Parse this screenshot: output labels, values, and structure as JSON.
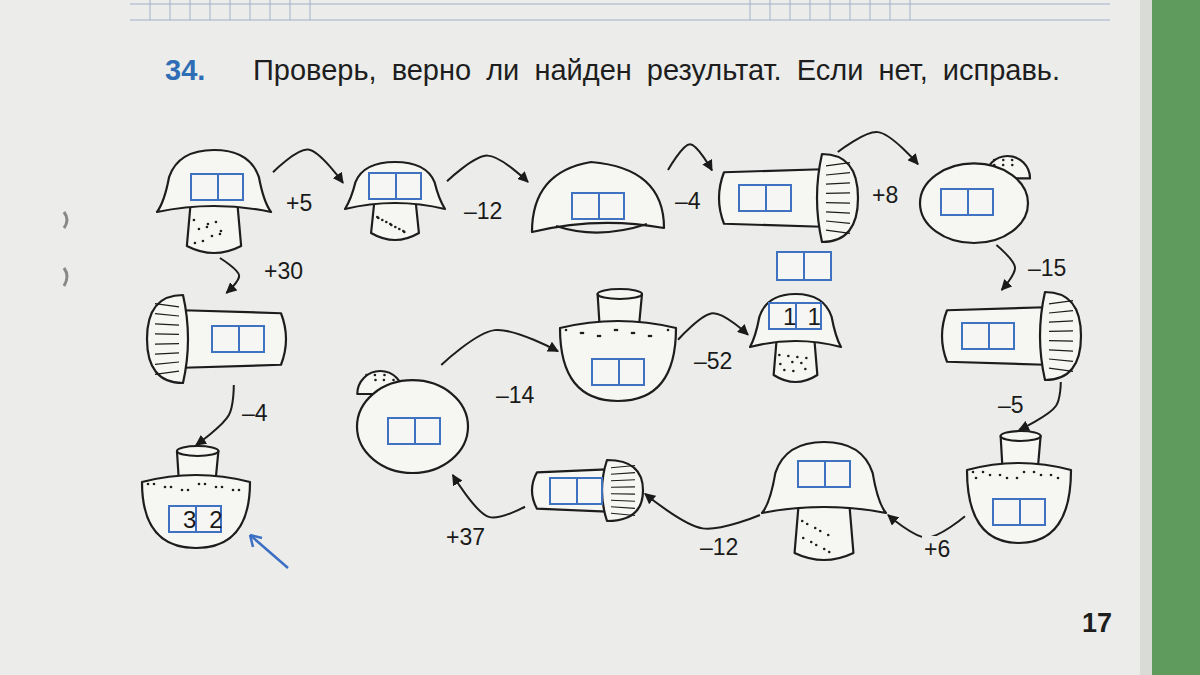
{
  "diagram": {
    "title": "Проверь, верно ли найден результат. Если нет, исправь.",
    "nodes": [
      {
        "text": []
      },
      {
        "text": []
      },
      {
        "text": []
      },
      {
        "text": []
      },
      {
        "text": []
      },
      {
        "text": []
      },
      {
        "text": []
      },
      {
        "text": []
      },
      {
        "text": []
      },
      {
        "text": []
      },
      {
        "text": []
      },
      {
        "text": [
          "11"
        ]
      },
      {
        "text": []
      },
      {
        "text": [
          "32"
        ]
      }
    ],
    "edges": [
      {
        "from": 0,
        "to": 1,
        "arrow": "to",
        "label": "+5"
      },
      {
        "from": 1,
        "to": 2,
        "arrow": "to",
        "label": "–12"
      },
      {
        "from": 2,
        "to": 3,
        "arrow": "to",
        "label": "–4"
      },
      {
        "from": 3,
        "to": 4,
        "arrow": "to",
        "label": "+8"
      },
      {
        "from": 4,
        "to": 5,
        "arrow": "to",
        "label": "–15"
      },
      {
        "from": 5,
        "to": 6,
        "arrow": "to",
        "label": "–5"
      },
      {
        "from": 6,
        "to": 7,
        "arrow": "to",
        "label": "+6"
      },
      {
        "from": 7,
        "to": 8,
        "arrow": "to",
        "label": "–12"
      },
      {
        "from": 8,
        "to": 9,
        "arrow": "to",
        "label": "+37"
      },
      {
        "from": 9,
        "to": 10,
        "arrow": "to",
        "label": "–14"
      },
      {
        "from": 10,
        "to": 11,
        "arrow": "to",
        "label": "–52"
      },
      {
        "from": 0,
        "to": 12,
        "arrow": "to",
        "label": "+30"
      },
      {
        "from": 12,
        "to": 13,
        "arrow": "to",
        "label": "–4"
      }
    ],
    "labels": [
      "34.",
      "17"
    ]
  }
}
